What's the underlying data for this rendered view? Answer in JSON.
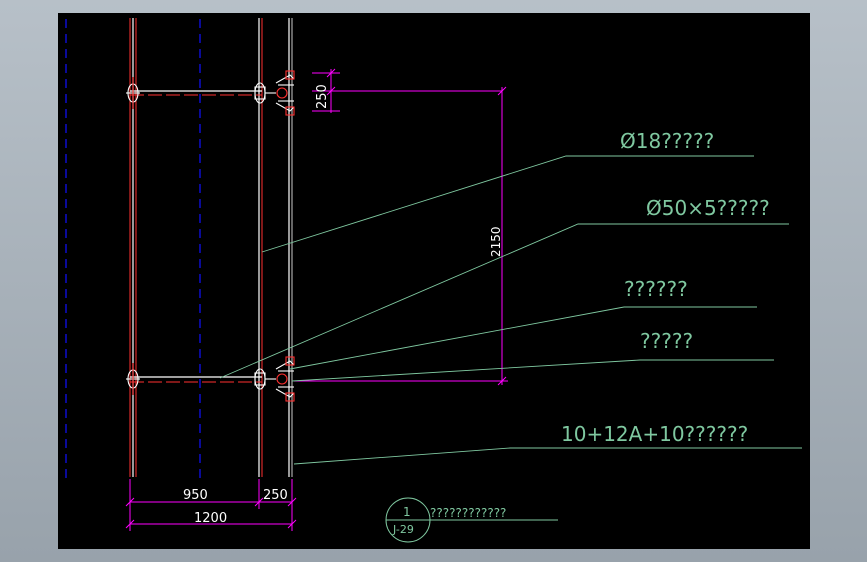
{
  "colors": {
    "background": "#000000",
    "frame": "#a7b0b8",
    "dimension": "#ff00ff",
    "leader": "#7fc8a0",
    "centerline": "#0000ff",
    "member": "#ffffff",
    "member_edge": "#ff3030"
  },
  "callouts": [
    "Ø18?????",
    "Ø50×5?????",
    "??????",
    "?????",
    "10+12A+10??????"
  ],
  "dimensions": {
    "top_offset": "250",
    "height": "2150",
    "bottom_left": "950",
    "bottom_right": "250",
    "bottom_total": "1200"
  },
  "detail_marker": {
    "number": "1",
    "sheet": "J-29",
    "title": "????????????"
  }
}
